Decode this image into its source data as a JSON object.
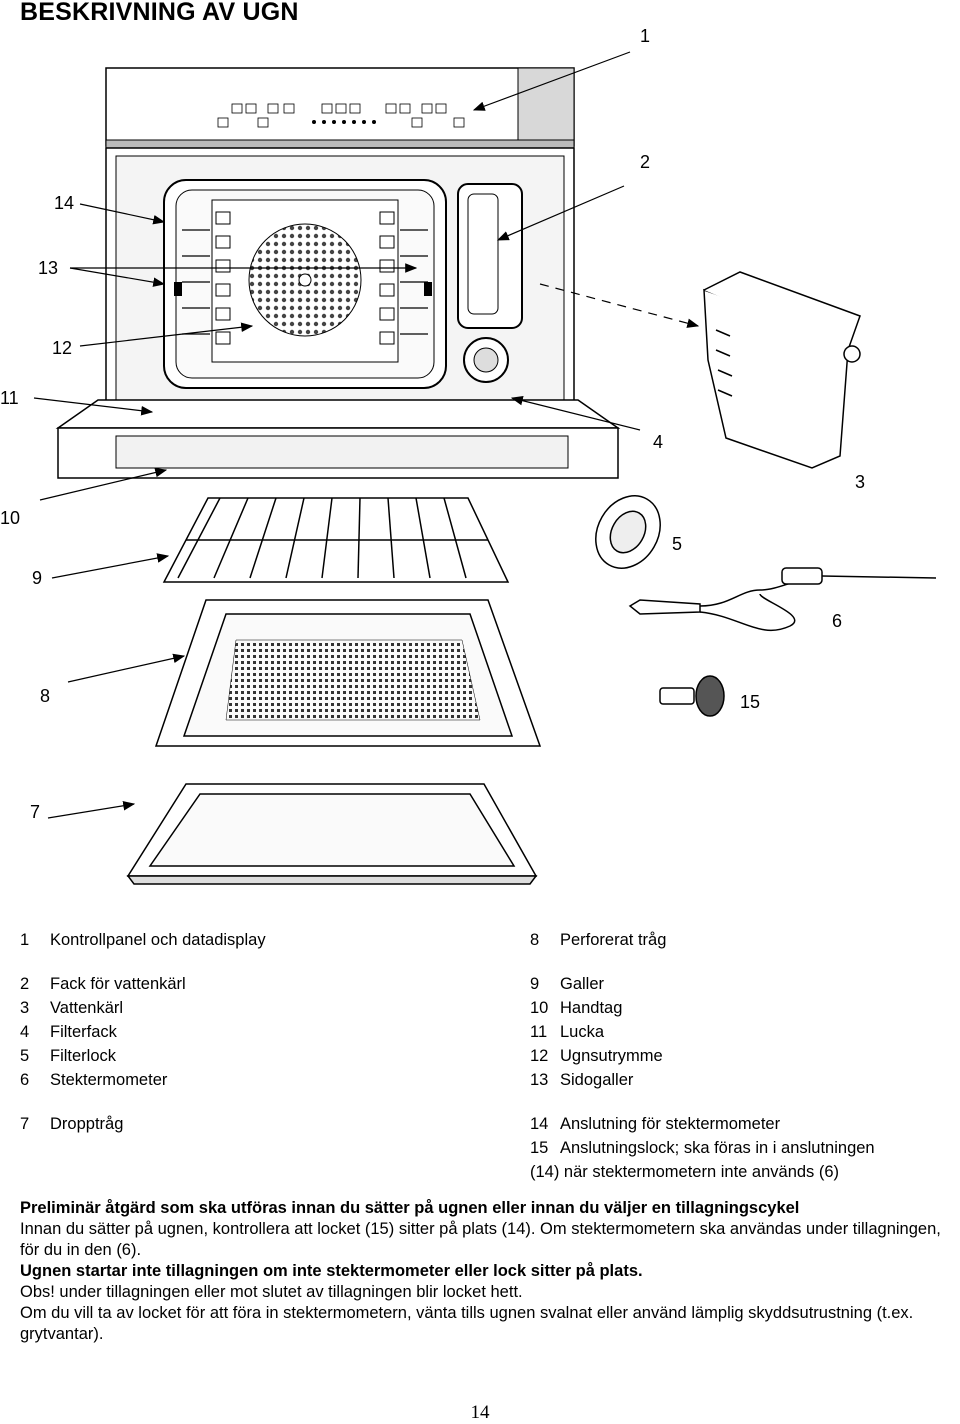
{
  "title": "BESKRIVNING AV UGN",
  "callouts": {
    "c1": "1",
    "c2": "2",
    "c3": "3",
    "c4": "4",
    "c5": "5",
    "c6": "6",
    "c7": "7",
    "c8": "8",
    "c9": "9",
    "c10": "10",
    "c11": "11",
    "c12": "12",
    "c13": "13",
    "c14": "14",
    "c15": "15"
  },
  "legend_left": [
    {
      "num": "1",
      "text": "Kontrollpanel och datadisplay"
    },
    {
      "num": "2",
      "text": "Fack för vattenkärl"
    },
    {
      "num": "3",
      "text": "Vattenkärl"
    },
    {
      "num": "4",
      "text": "Filterfack"
    },
    {
      "num": "5",
      "text": "Filterlock"
    },
    {
      "num": "6",
      "text": "Stektermometer"
    },
    {
      "num": "7",
      "text": "Dropptråg"
    }
  ],
  "legend_right": [
    {
      "num": "8",
      "text": "Perforerat tråg"
    },
    {
      "num": "9",
      "text": "Galler"
    },
    {
      "num": "10",
      "text": "Handtag"
    },
    {
      "num": "11",
      "text": "Lucka"
    },
    {
      "num": "12",
      "text": "Ugnsutrymme"
    },
    {
      "num": "13",
      "text": "Sidogaller"
    },
    {
      "num": "14",
      "text": "Anslutning för stektermometer"
    },
    {
      "num": "15",
      "text": "Anslutningslock; ska föras in i anslutningen"
    }
  ],
  "legend_right_cont": "(14) när stektermometern inte används (6)",
  "notes": {
    "heading": "Preliminär åtgärd som ska utföras innan du sätter på ugnen eller innan du väljer en tillagningscykel",
    "p1": "Innan du sätter på ugnen, kontrollera att locket (15) sitter på plats (14). Om stektermometern ska användas under tillagningen, för du in den (6).",
    "bold_line": "Ugnen startar inte tillagningen om inte stektermometer eller lock sitter på plats.",
    "p2": "Obs! under tillagningen eller mot slutet av tillagningen blir locket hett.",
    "p3": "Om du vill ta av locket för att föra in stektermometern, vänta tills ugnen svalnat eller använd lämplig skyddsutrustning (t.ex. grytvantar)."
  },
  "page_number": "14"
}
